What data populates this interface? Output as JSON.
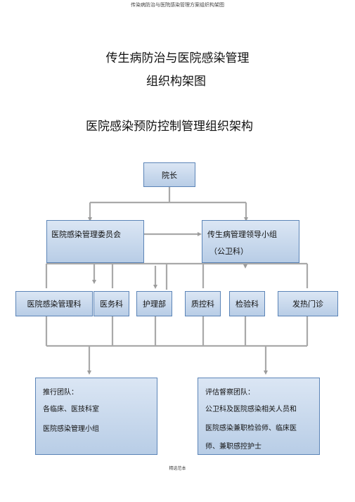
{
  "header": {
    "text": "传染病防治与医院感染管理方案组织构架图"
  },
  "title": {
    "line1": "传生病防治与医院感染管理",
    "line2": "组织构架图"
  },
  "subtitle": "医院感染预防控制管理组织架构",
  "nodes": {
    "president": "院长",
    "committee": "医院感染管理委员会",
    "leading_group": {
      "line1": "传生病管理领导小组",
      "line2": "（公卫科）"
    },
    "departments": [
      "医院感染管理科",
      "医务科",
      "护理部",
      "质控科",
      "检验科",
      "发热门诊"
    ]
  },
  "teams": {
    "execution": {
      "lines": [
        "推行团队：",
        "各临床、医技科室",
        "医院感染管理小组"
      ]
    },
    "supervision": {
      "lines": [
        "评估督察团队：",
        "公卫科及医院感染相关人员和",
        "医院感染兼职检验师、临床医",
        "师、兼职感控护士"
      ]
    }
  },
  "footer": {
    "text": "精选范本"
  },
  "colors": {
    "box_fill_top": "#dbe6f4",
    "box_fill_bottom": "#b8cde6",
    "box_border": "#5b84b7",
    "connector": "#a9a9a9"
  }
}
